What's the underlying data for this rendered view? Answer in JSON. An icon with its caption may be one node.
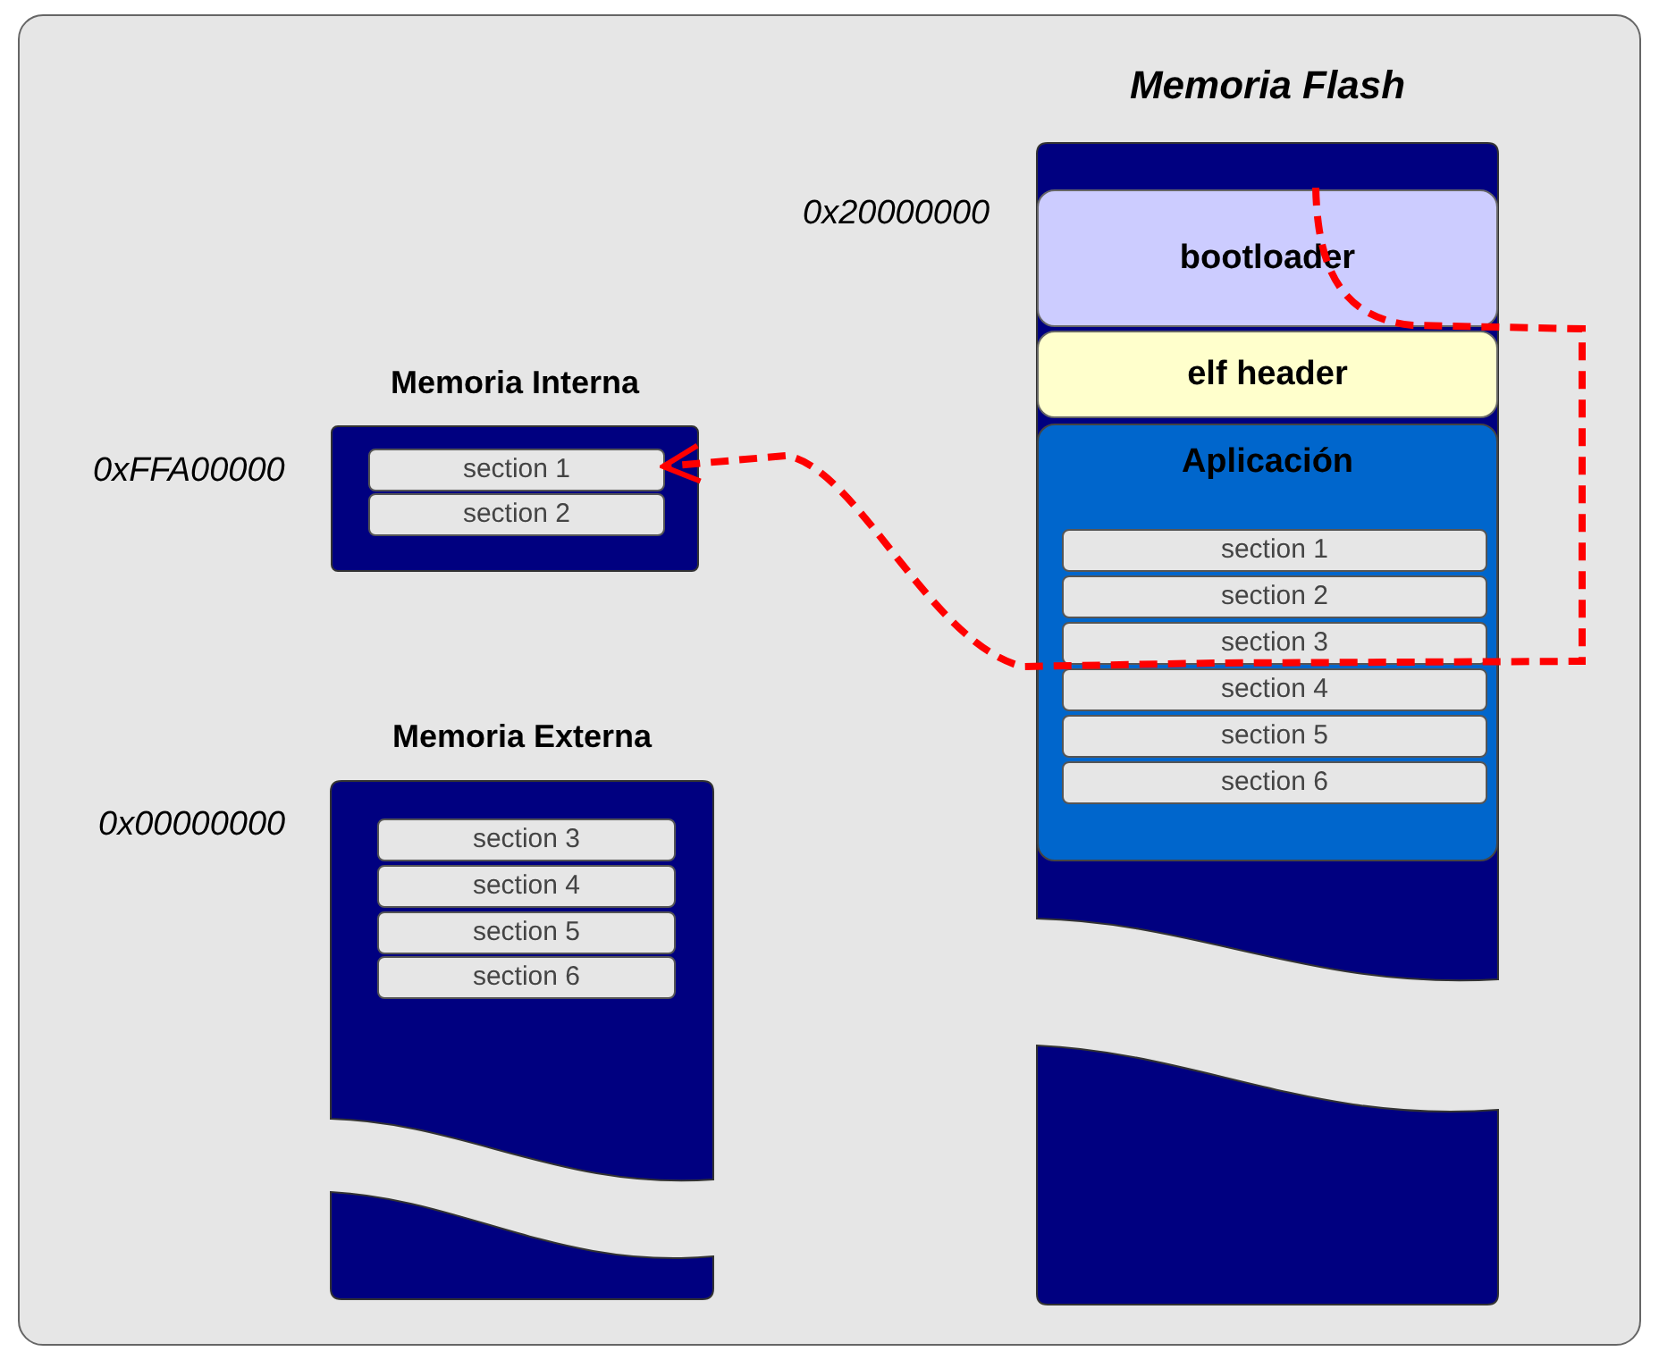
{
  "diagram": {
    "nodes": [
      {
        "text": [],
        "shape": "box"
      },
      {
        "text": [
          "Memoria Interna"
        ],
        "beside": [
          "0xFFA00000"
        ],
        "in": 0
      },
      {
        "text": [
          "section 1"
        ],
        "in": 1
      },
      {
        "text": [
          "section 2"
        ],
        "in": 1
      },
      {
        "text": [
          "Memoria Externa"
        ],
        "beside": [
          "0x00000000"
        ],
        "in": 0
      },
      {
        "text": [
          "section 3"
        ],
        "in": 4
      },
      {
        "text": [
          "section 4"
        ],
        "in": 4
      },
      {
        "text": [
          "section 5"
        ],
        "in": 4
      },
      {
        "text": [
          "section 6"
        ],
        "in": 4
      },
      {
        "text": [
          "Memoria Flash"
        ],
        "in": 0
      },
      {
        "text": [
          "bootloader"
        ],
        "beside": [
          "0x20000000"
        ],
        "in": 9
      },
      {
        "text": [
          "elf header"
        ],
        "in": 9
      },
      {
        "text": [
          "Aplicación"
        ],
        "in": 9
      },
      {
        "text": [
          "section 1"
        ],
        "in": 12
      },
      {
        "text": [
          "section 2"
        ],
        "in": 12
      },
      {
        "text": [
          "section 3"
        ],
        "in": 12
      },
      {
        "text": [
          "section 4"
        ],
        "in": 12
      },
      {
        "text": [
          "section 5"
        ],
        "in": 12
      },
      {
        "text": [
          "section 6"
        ],
        "in": 12
      }
    ],
    "edges": [
      {
        "from": 10,
        "to": 2,
        "arrow": "to",
        "style": "dashed",
        "color": "#ff0000"
      }
    ]
  }
}
